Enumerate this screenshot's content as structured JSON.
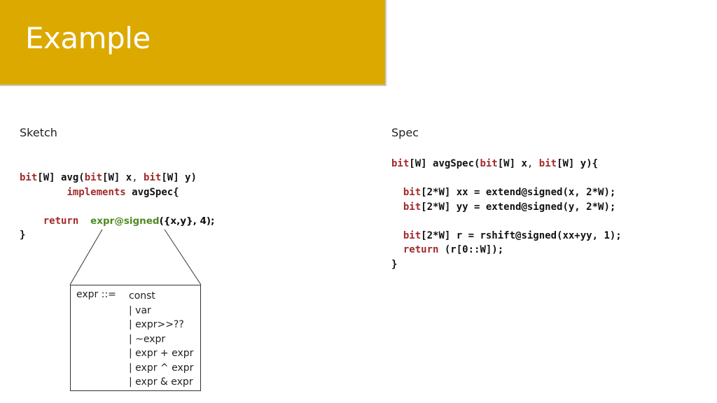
{
  "slide_title": "Example",
  "sketch": {
    "heading": "Sketch",
    "line1": {
      "t1": "bit",
      "t2": "[W] avg(",
      "t3": "bit",
      "t4": "[W] x",
      "t5": ", ",
      "t6": "bit",
      "t7": "[W] y)"
    },
    "line2": {
      "indent": "       ",
      "kw": "implements",
      "rest": " avgSpec{"
    },
    "line4": {
      "kw": "return",
      "green": "expr@signed",
      "rest": "({x,y}, 4);"
    },
    "line5": "}"
  },
  "spec": {
    "heading": "Spec",
    "line1": {
      "t1": "bit",
      "t2": "[W] avgSpec(",
      "t3": "bit",
      "t4": "[W] x",
      "t5": ", ",
      "t6": "bit",
      "t7": "[W] y){"
    },
    "line2": {
      "kw": "bit",
      "rest": "[2*W] xx = extend@signed(x, 2*W);"
    },
    "line3": {
      "kw": "bit",
      "rest": "[2*W] yy = extend@signed(y, 2*W);"
    },
    "line5": {
      "kw": "bit",
      "rest": "[2*W] r = rshift@signed(xx+yy, 1);"
    },
    "line6": {
      "kw": "return",
      "rest": " (r[0::W]);"
    },
    "line7": "}"
  },
  "grammar": {
    "lhs": "expr  ::=",
    "rules": [
      "const",
      "| var",
      "| expr>>??",
      "| ~expr",
      "| expr + expr",
      "| expr ^ expr",
      "| expr & expr"
    ]
  },
  "colors": {
    "title_bar": "#dca900",
    "keyword": "#a32a2a",
    "hole": "#4e8a22"
  }
}
